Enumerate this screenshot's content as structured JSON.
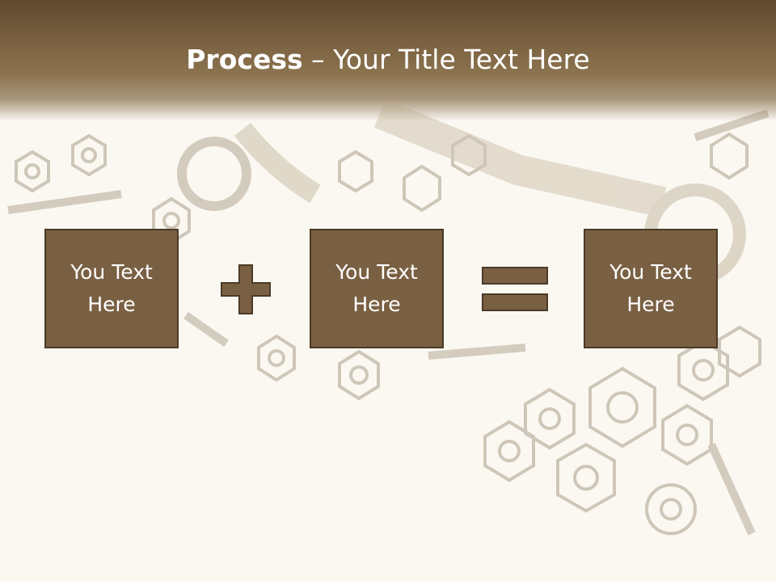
{
  "slide": {
    "title_bold": "Process",
    "title_rest": " – Your Title Text Here",
    "boxes": [
      {
        "text": "You Text Here"
      },
      {
        "text": "You Text Here"
      },
      {
        "text": "You Text Here"
      }
    ],
    "operators": [
      "plus-icon",
      "equals-icon"
    ]
  },
  "colors": {
    "header": "#6e5638",
    "box_fill": "#7a6043",
    "box_border": "#4a3a26",
    "background": "#fbf8f2"
  }
}
